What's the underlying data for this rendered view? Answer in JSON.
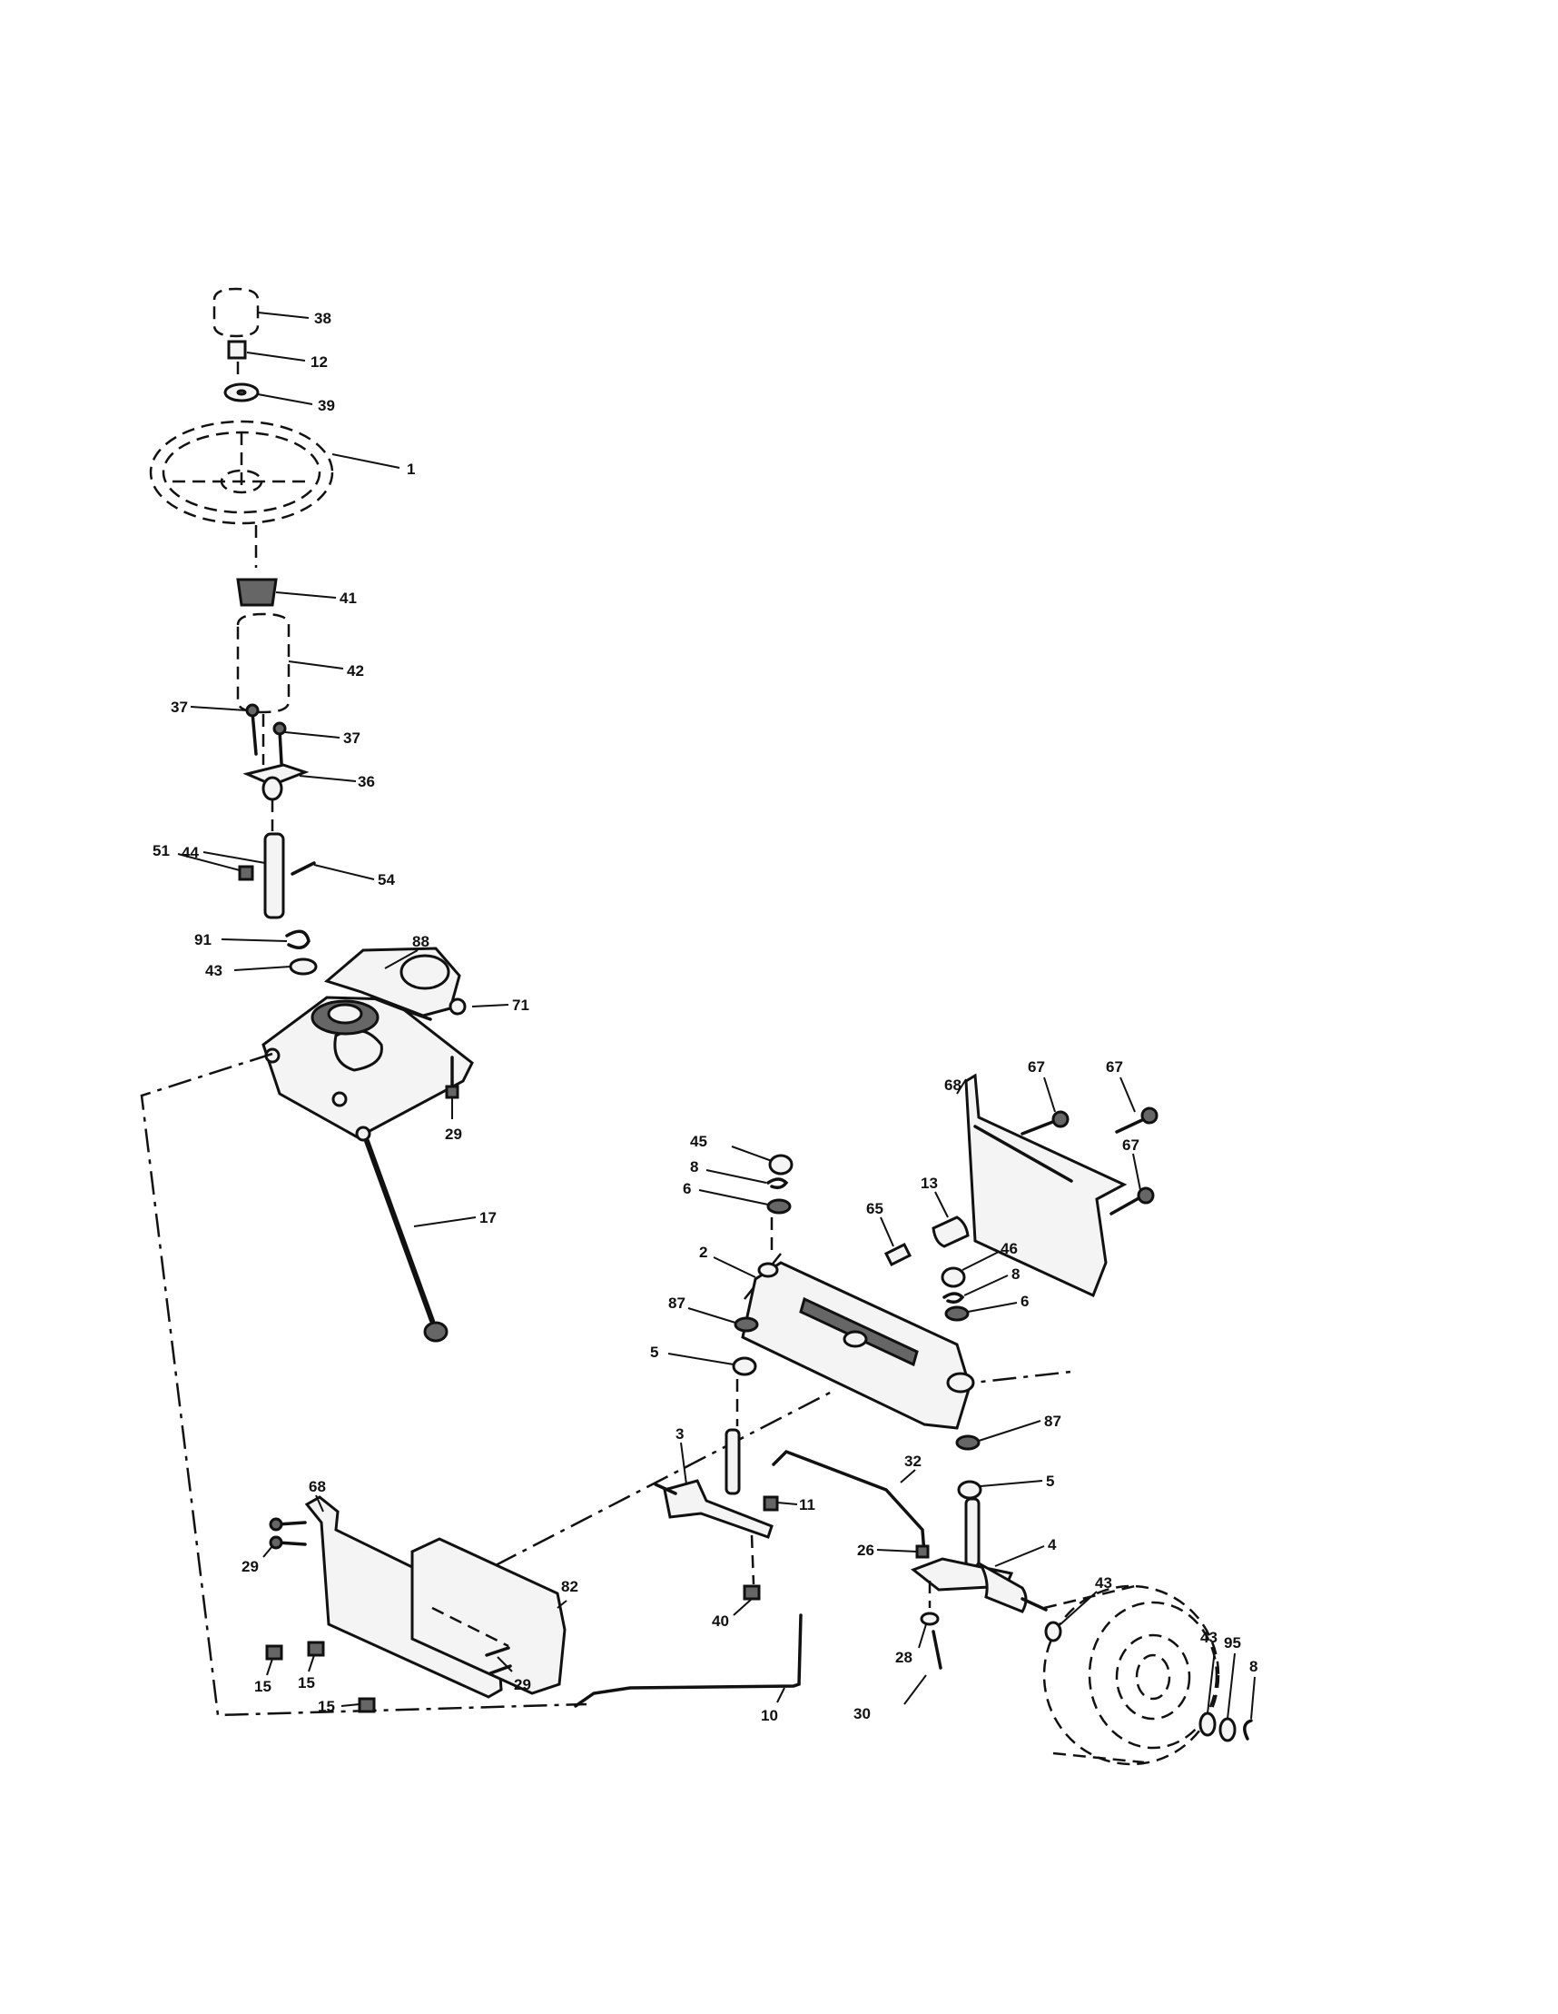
{
  "callouts": [
    {
      "id": "c38",
      "text": "38"
    },
    {
      "id": "c12",
      "text": "12"
    },
    {
      "id": "c39",
      "text": "39"
    },
    {
      "id": "c1",
      "text": "1"
    },
    {
      "id": "c41",
      "text": "41"
    },
    {
      "id": "c42",
      "text": "42"
    },
    {
      "id": "c37a",
      "text": "37"
    },
    {
      "id": "c37b",
      "text": "37"
    },
    {
      "id": "c36",
      "text": "36"
    },
    {
      "id": "c44",
      "text": "44"
    },
    {
      "id": "c51",
      "text": "51"
    },
    {
      "id": "c54",
      "text": "54"
    },
    {
      "id": "c91",
      "text": "91"
    },
    {
      "id": "c88",
      "text": "88"
    },
    {
      "id": "c43a",
      "text": "43"
    },
    {
      "id": "c71",
      "text": "71"
    },
    {
      "id": "c29a",
      "text": "29"
    },
    {
      "id": "c17",
      "text": "17"
    },
    {
      "id": "c45",
      "text": "45"
    },
    {
      "id": "c8a",
      "text": "8"
    },
    {
      "id": "c6a",
      "text": "6"
    },
    {
      "id": "c68a",
      "text": "68"
    },
    {
      "id": "c67a",
      "text": "67"
    },
    {
      "id": "c67b",
      "text": "67"
    },
    {
      "id": "c67c",
      "text": "67"
    },
    {
      "id": "c13",
      "text": "13"
    },
    {
      "id": "c65",
      "text": "65"
    },
    {
      "id": "c46",
      "text": "46"
    },
    {
      "id": "c8b",
      "text": "8"
    },
    {
      "id": "c6b",
      "text": "6"
    },
    {
      "id": "c2",
      "text": "2"
    },
    {
      "id": "c87a",
      "text": "87"
    },
    {
      "id": "c5a",
      "text": "5"
    },
    {
      "id": "c87b",
      "text": "87"
    },
    {
      "id": "c5b",
      "text": "5"
    },
    {
      "id": "c3",
      "text": "3"
    },
    {
      "id": "c32",
      "text": "32"
    },
    {
      "id": "c11",
      "text": "11"
    },
    {
      "id": "c26",
      "text": "26"
    },
    {
      "id": "c4",
      "text": "4"
    },
    {
      "id": "c43b",
      "text": "43"
    },
    {
      "id": "c40",
      "text": "40"
    },
    {
      "id": "c68b",
      "text": "68"
    },
    {
      "id": "c29b",
      "text": "29"
    },
    {
      "id": "c82",
      "text": "82"
    },
    {
      "id": "c29c",
      "text": "29"
    },
    {
      "id": "c15a",
      "text": "15"
    },
    {
      "id": "c15b",
      "text": "15"
    },
    {
      "id": "c15c",
      "text": "15"
    },
    {
      "id": "c10",
      "text": "10"
    },
    {
      "id": "c28",
      "text": "28"
    },
    {
      "id": "c30",
      "text": "30"
    },
    {
      "id": "c43c",
      "text": "43"
    },
    {
      "id": "c95",
      "text": "95"
    },
    {
      "id": "c8c",
      "text": "8"
    }
  ]
}
